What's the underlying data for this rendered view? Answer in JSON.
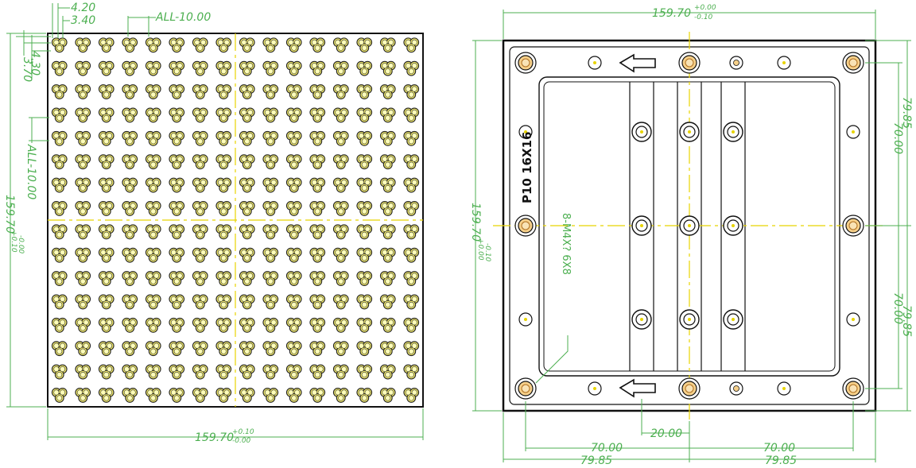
{
  "left_view": {
    "dims": {
      "pitch_x_a": "4.20",
      "pitch_x_b": "3.40",
      "all_x": "ALL-10.00",
      "pitch_y_a": "3.70",
      "pitch_y_b": "4.30",
      "all_y": "ALL-10.00",
      "height": "159.70",
      "height_tol_upper": "+0.10",
      "height_tol_lower": "-0.00",
      "width": "159.70",
      "width_tol_upper": "+0.10",
      "width_tol_lower": "-0.00"
    },
    "grid": {
      "rows": 16,
      "cols": 16
    },
    "colors": {
      "led": "#ffffb8",
      "pad": "#f1e96a",
      "board": "#ffffff"
    }
  },
  "right_view": {
    "label": "P10 16X16",
    "note": "8-M4X? 6X8",
    "dims": {
      "width_top": "159.70",
      "width_top_tol_upper": "+0.00",
      "width_top_tol_lower": "-0.10",
      "height_left": "159.70",
      "height_left_tol_upper": "+0.00",
      "height_left_tol_lower": "-0.10",
      "right_outer_top": "79.85",
      "right_inner_top": "70.00",
      "right_inner_bottom": "70.00",
      "right_outer_bottom": "79.85",
      "spacing": "20.00",
      "bottom_inner_left": "70.00",
      "bottom_inner_right": "70.00",
      "bottom_outer_left": "79.85",
      "bottom_outer_right": "79.85"
    },
    "colors": {
      "frame": "#111111",
      "hole_fill": "#f6d08a",
      "centerline": "#e8d400",
      "dimension": "#4caf50"
    }
  }
}
